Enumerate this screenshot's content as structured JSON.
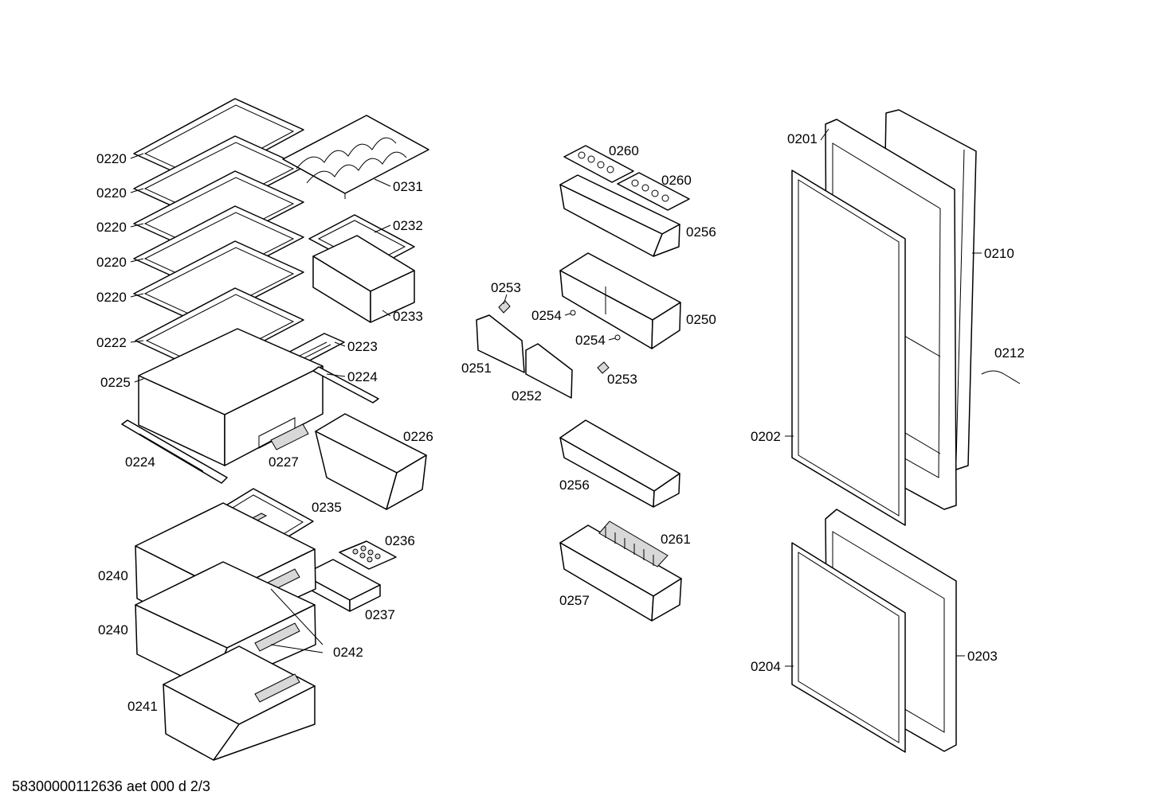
{
  "parts": {
    "p0220a": "0220",
    "p0220b": "0220",
    "p0220c": "0220",
    "p0220d": "0220",
    "p0220e": "0220",
    "p0222": "0222",
    "p0225": "0225",
    "p0224a": "0224",
    "p0224b": "0224",
    "p0227": "0227",
    "p0223": "0223",
    "p0231": "0231",
    "p0232": "0232",
    "p0233": "0233",
    "p0226": "0226",
    "p0235": "0235",
    "p0236": "0236",
    "p0237": "0237",
    "p0240a": "0240",
    "p0240b": "0240",
    "p0241": "0241",
    "p0242": "0242",
    "p0260a": "0260",
    "p0260b": "0260",
    "p0256a": "0256",
    "p0253a": "0253",
    "p0253b": "0253",
    "p0254a": "0254",
    "p0254b": "0254",
    "p0250": "0250",
    "p0251": "0251",
    "p0252": "0252",
    "p0256b": "0256",
    "p0261": "0261",
    "p0257": "0257",
    "p0201": "0201",
    "p0210": "0210",
    "p0212": "0212",
    "p0202": "0202",
    "p0203": "0203",
    "p0204": "0204"
  },
  "footer": "58300000112636 aet 000 d 2/3"
}
